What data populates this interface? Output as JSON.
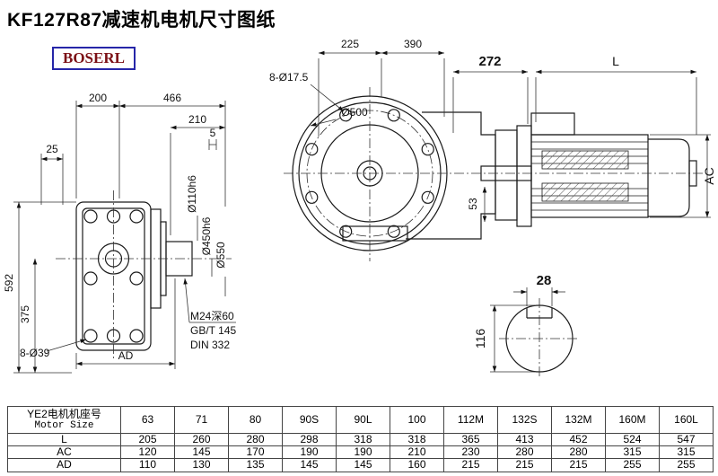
{
  "title": "KF127R87减速机电机尺寸图纸",
  "brand": {
    "logo_text": "BOSERL",
    "logo_border_color": "#2626a8",
    "logo_text_color": "#7c1016"
  },
  "front_view": {
    "dim_width_1": "200",
    "dim_width_2": "466",
    "dim_210": "210",
    "dim_5": "5",
    "dim_25": "25",
    "dim_height_total": "592",
    "dim_height_375": "375",
    "holes_label": "8-Ø39",
    "dim_ad": "AD",
    "shaft_dia": "Ø110h6",
    "flange_dia_inner": "Ø450h6",
    "flange_dia_outer": "Ø550",
    "tap_note_1": "M24深60",
    "tap_note_2": "GB/T 145",
    "tap_note_3": "DIN 332"
  },
  "side_view": {
    "dim_225": "225",
    "dim_390": "390",
    "dim_272": "272",
    "dim_L": "L",
    "holes_label": "8-Ø17.5",
    "flange_dia": "Ø500",
    "dim_53": "53",
    "dim_ac": "AC"
  },
  "shaft_section": {
    "key_width": "28",
    "shaft_dia": "116"
  },
  "table": {
    "header_cn": "YE2电机机座号",
    "header_en": "Motor Size",
    "columns": [
      "63",
      "71",
      "80",
      "90S",
      "90L",
      "100",
      "112M",
      "132S",
      "132M",
      "160M",
      "160L"
    ],
    "rows": [
      {
        "label": "L",
        "values": [
          "205",
          "260",
          "280",
          "298",
          "318",
          "318",
          "365",
          "413",
          "452",
          "524",
          "547"
        ]
      },
      {
        "label": "AC",
        "values": [
          "120",
          "145",
          "170",
          "190",
          "190",
          "210",
          "230",
          "280",
          "280",
          "315",
          "315"
        ]
      },
      {
        "label": "AD",
        "values": [
          "110",
          "130",
          "135",
          "145",
          "145",
          "160",
          "215",
          "215",
          "215",
          "255",
          "255"
        ]
      }
    ]
  }
}
